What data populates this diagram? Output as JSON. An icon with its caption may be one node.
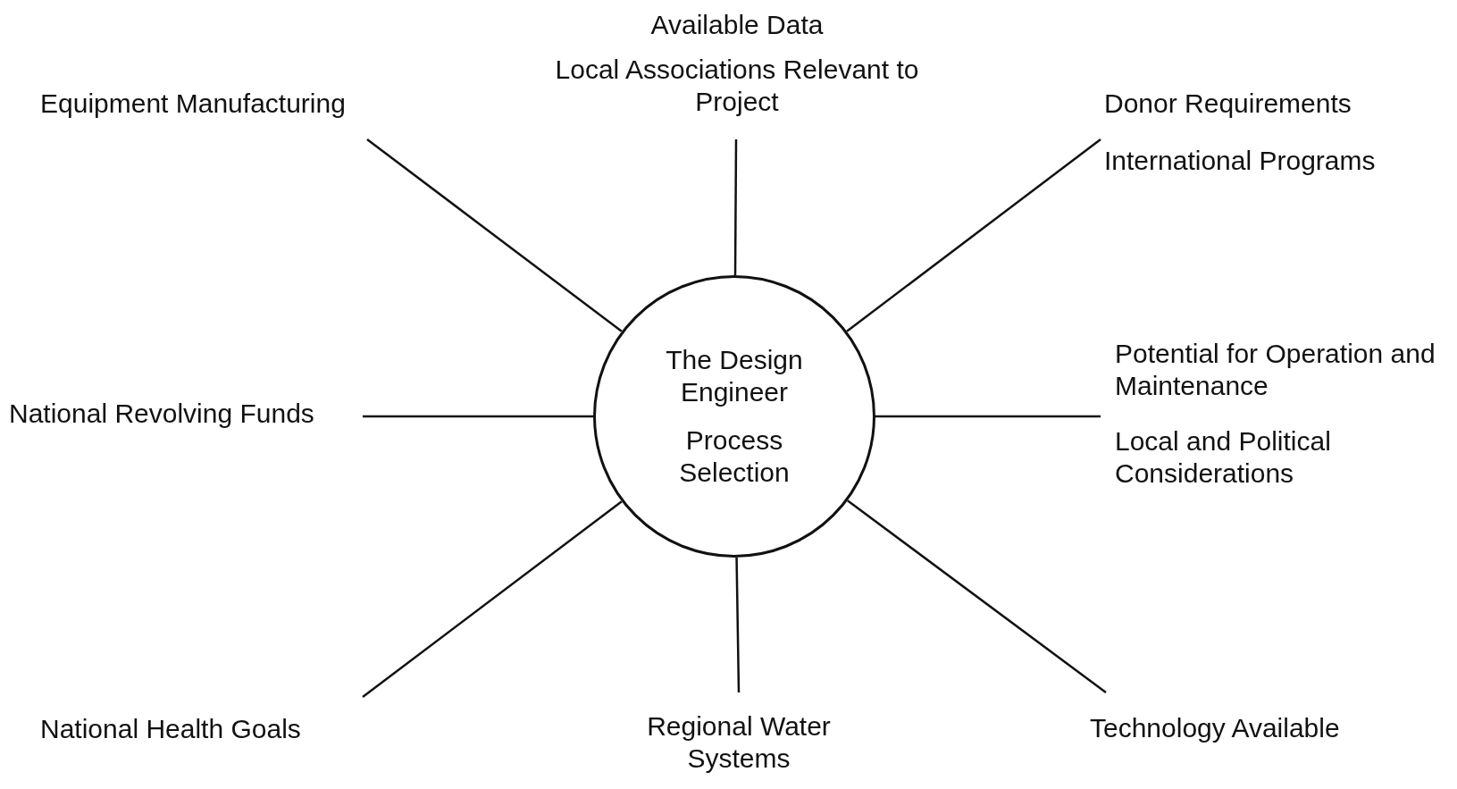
{
  "diagram": {
    "nodes": [
      {
        "text": [
          "The Design Engineer",
          "Process Selection"
        ]
      },
      {
        "text": [
          "Equipment Manufacturing"
        ]
      },
      {
        "text": [
          "Available Data",
          "Local Associations Relevant to Project"
        ]
      },
      {
        "text": [
          "Donor Requirements",
          "International Programs"
        ]
      },
      {
        "text": [
          "Potential for Operation and Maintenance",
          "Local and Political Considerations"
        ]
      },
      {
        "text": [
          "Technology Available"
        ]
      },
      {
        "text": [
          "Regional Water Systems"
        ]
      },
      {
        "text": [
          "National Health Goals"
        ]
      },
      {
        "text": [
          "National Revolving Funds"
        ]
      }
    ],
    "edges": [
      {
        "from": 0,
        "to": 1,
        "arrow": "none"
      },
      {
        "from": 0,
        "to": 2,
        "arrow": "none"
      },
      {
        "from": 0,
        "to": 3,
        "arrow": "none"
      },
      {
        "from": 0,
        "to": 4,
        "arrow": "none"
      },
      {
        "from": 0,
        "to": 5,
        "arrow": "none"
      },
      {
        "from": 0,
        "to": 6,
        "arrow": "none"
      },
      {
        "from": 0,
        "to": 7,
        "arrow": "none"
      },
      {
        "from": 0,
        "to": 8,
        "arrow": "none"
      }
    ]
  }
}
